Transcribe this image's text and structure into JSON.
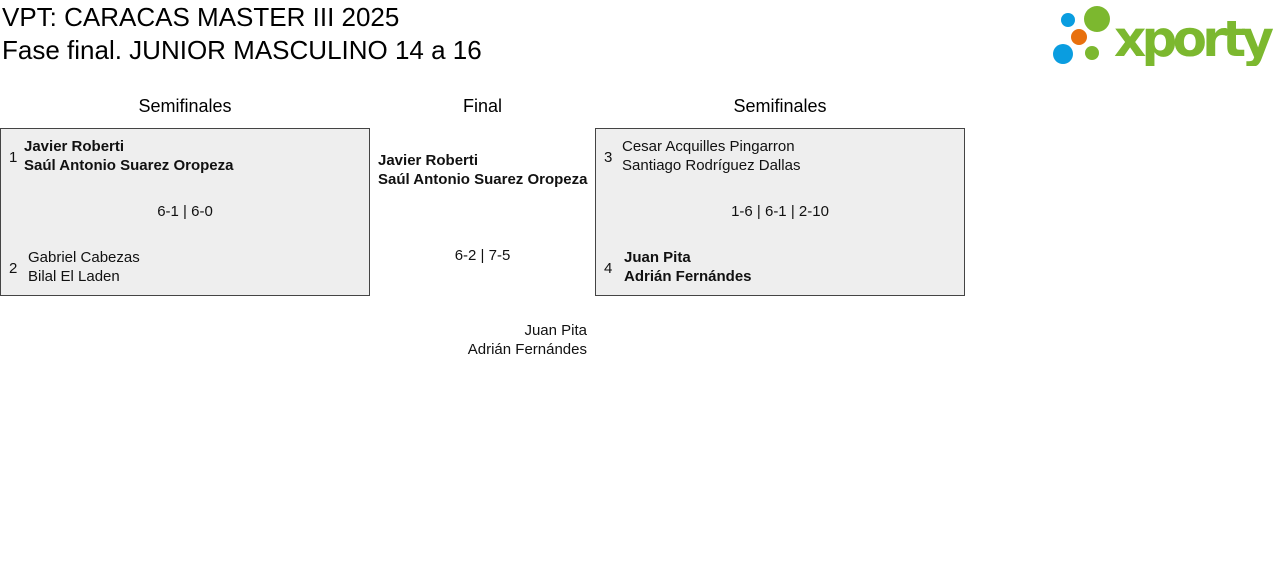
{
  "header": {
    "title_line1": "VPT: CARACAS MASTER III 2025",
    "title_line2": "Fase final. JUNIOR MASCULINO 14 a 16",
    "logo_text": "xporty"
  },
  "colors": {
    "logo_green": "#7cb82f",
    "logo_blue": "#0a9de0",
    "logo_orange": "#e8700e",
    "box_bg": "#eeeeee"
  },
  "rounds": {
    "left": "Semifinales",
    "final": "Final",
    "right": "Semifinales"
  },
  "semi1": {
    "seed1": "1",
    "team1": [
      "Javier Roberti",
      "Saúl Antonio Suarez Oropeza"
    ],
    "score": "6-1 | 6-0",
    "seed2": "2",
    "team2": [
      "Gabriel Cabezas",
      "Bilal El Laden"
    ]
  },
  "semi2": {
    "seed1": "3",
    "team1": [
      "Cesar Acquilles Pingarron",
      "Santiago Rodríguez Dallas"
    ],
    "score": "1-6 | 6-1 | 2-10",
    "seed2": "4",
    "team2": [
      "Juan Pita",
      "Adrián Fernándes"
    ]
  },
  "final": {
    "team1": [
      "Javier Roberti",
      "Saúl Antonio Suarez Oropeza"
    ],
    "score": "6-2 | 7-5",
    "team2": [
      "Juan Pita",
      "Adrián Fernándes"
    ]
  }
}
